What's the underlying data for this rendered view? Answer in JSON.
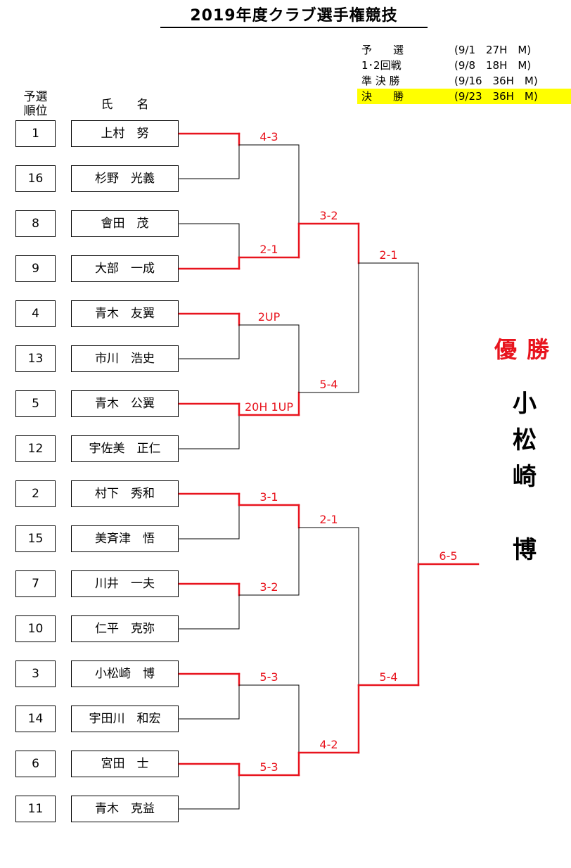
{
  "title": "2019年度クラブ選手権競技",
  "schedule": [
    {
      "round": "予　　選",
      "date": "(9/1　27H　M)",
      "highlight": false
    },
    {
      "round": "1･2回戦",
      "date": "(9/8　18H　M)",
      "highlight": false
    },
    {
      "round": "準 決 勝",
      "date": "(9/16　36H　M)",
      "highlight": false
    },
    {
      "round": "決　　勝",
      "date": "(9/23　36H　M)",
      "highlight": true
    }
  ],
  "headers": {
    "seed": "予選\n順位",
    "name": "氏　　名"
  },
  "players": [
    {
      "seed": "1",
      "name": "上村　努"
    },
    {
      "seed": "16",
      "name": "杉野　光義"
    },
    {
      "seed": "8",
      "name": "會田　茂"
    },
    {
      "seed": "9",
      "name": "大部　一成"
    },
    {
      "seed": "4",
      "name": "青木　友翼"
    },
    {
      "seed": "13",
      "name": "市川　浩史"
    },
    {
      "seed": "5",
      "name": "青木　公翼"
    },
    {
      "seed": "12",
      "name": "宇佐美　正仁"
    },
    {
      "seed": "2",
      "name": "村下　秀和"
    },
    {
      "seed": "15",
      "name": "美斉津　悟"
    },
    {
      "seed": "7",
      "name": "川井　一夫"
    },
    {
      "seed": "10",
      "name": "仁平　克弥"
    },
    {
      "seed": "3",
      "name": "小松崎　博"
    },
    {
      "seed": "14",
      "name": "宇田川　和宏"
    },
    {
      "seed": "6",
      "name": "宮田　士"
    },
    {
      "seed": "11",
      "name": "青木　克益"
    }
  ],
  "rounds": [
    {
      "matches": [
        {
          "winner": 0,
          "score": "4-3"
        },
        {
          "winner": 1,
          "score": "2-1"
        },
        {
          "winner": 0,
          "score": "2UP"
        },
        {
          "winner": 0,
          "score": "20H 1UP"
        },
        {
          "winner": 0,
          "score": "3-1"
        },
        {
          "winner": 0,
          "score": "3-2"
        },
        {
          "winner": 0,
          "score": "5-3"
        },
        {
          "winner": 0,
          "score": "5-3"
        }
      ]
    },
    {
      "matches": [
        {
          "winner": 1,
          "score": "3-2"
        },
        {
          "winner": 1,
          "score": "5-4"
        },
        {
          "winner": 0,
          "score": "2-1"
        },
        {
          "winner": 1,
          "score": "4-2"
        }
      ]
    },
    {
      "matches": [
        {
          "winner": 0,
          "score": "2-1"
        },
        {
          "winner": 1,
          "score": "5-4"
        }
      ]
    },
    {
      "matches": [
        {
          "winner": 1,
          "score": "6-5"
        }
      ]
    }
  ],
  "winner_label": "優勝",
  "champion": "小\n松\n崎\n\n博",
  "colors": {
    "win_line": "#e8141e",
    "lose_line": "#000000",
    "score": "#e8141e",
    "highlight": "#ffff00"
  }
}
